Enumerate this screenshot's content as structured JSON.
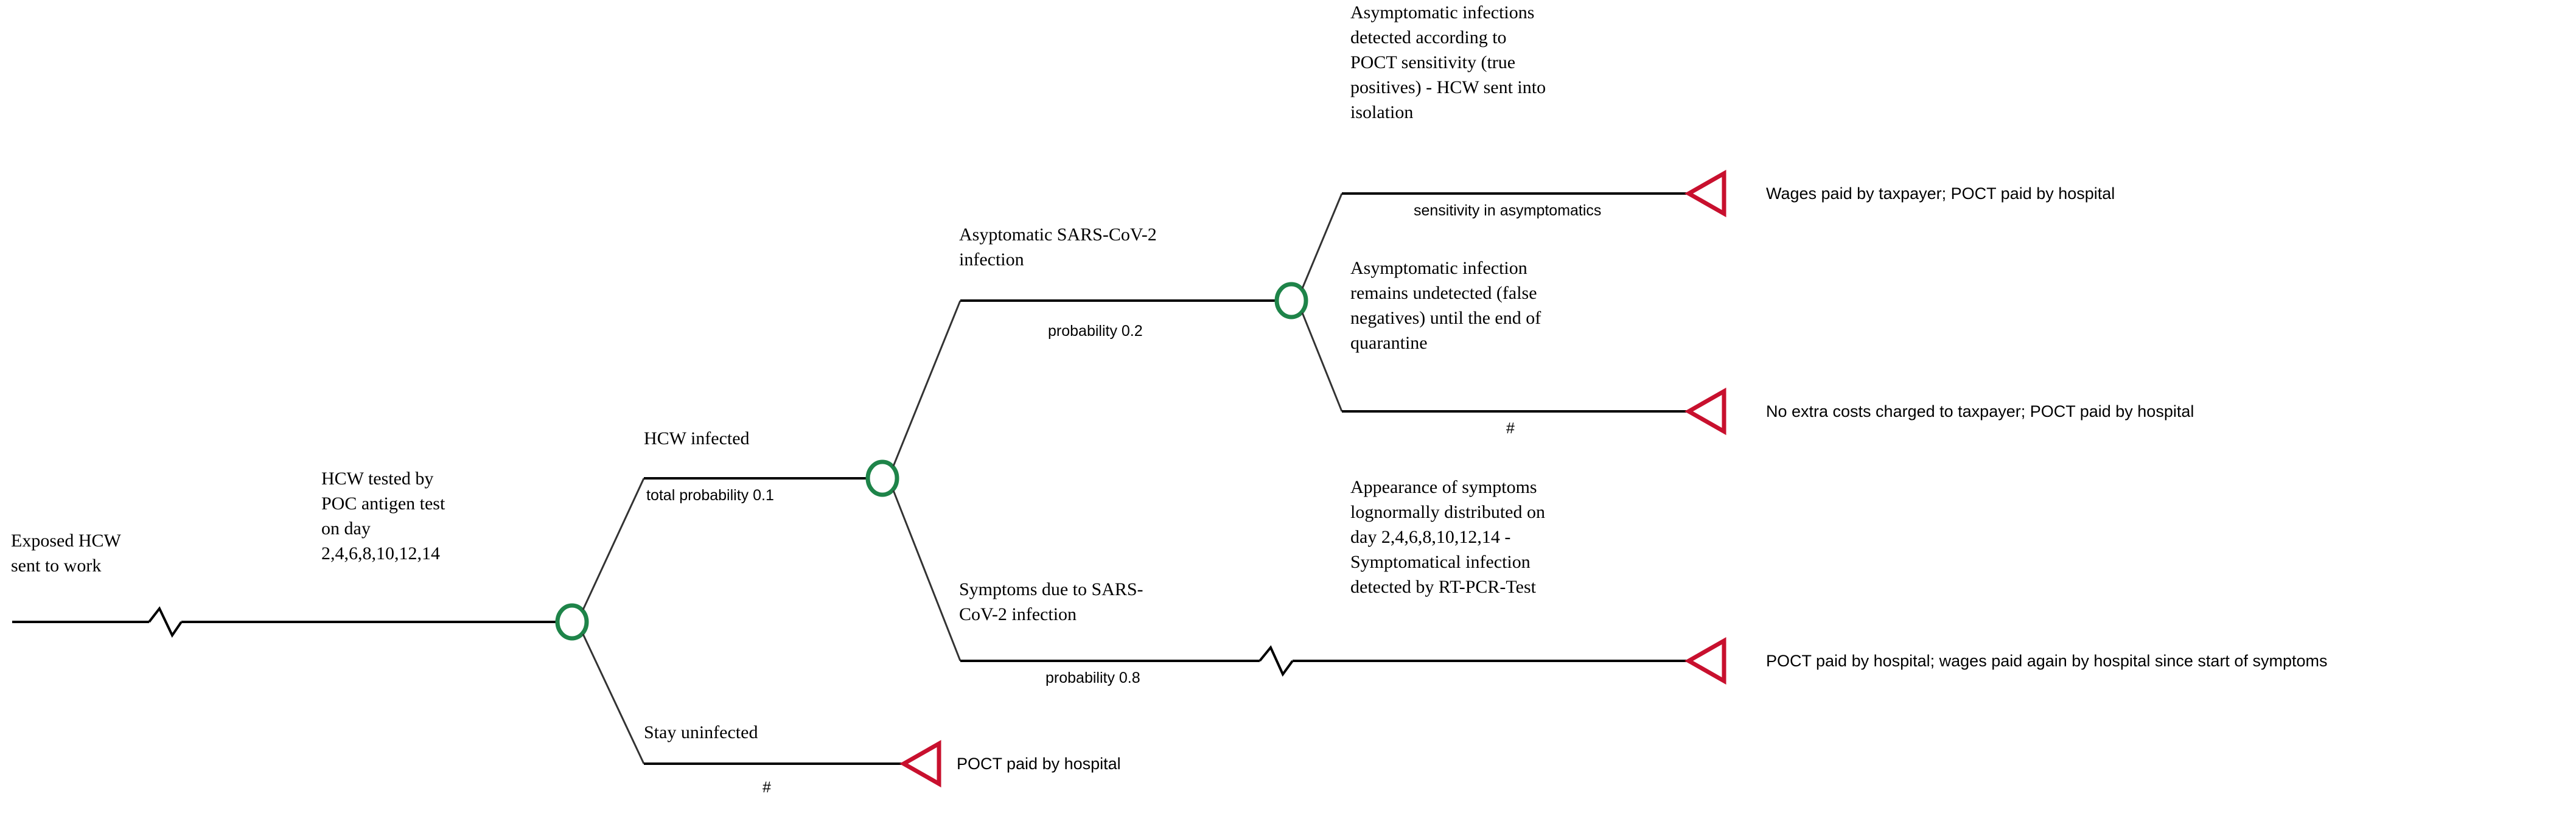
{
  "diagram": {
    "type": "decision-tree",
    "title": "",
    "colors": {
      "branch_line": "#000000",
      "chance_node_stroke": "#1E8449",
      "terminal_node_stroke": "#C8102E",
      "text": "#000000",
      "background": "#FFFFFF"
    },
    "root": {
      "label": "Exposed HCW\nsent to work"
    },
    "nodes": [
      {
        "id": "node-poct-test",
        "kind": "chance",
        "label": "HCW tested by\nPOC antigen test\non day\n2,4,6,8,10,12,14"
      },
      {
        "id": "node-hcw-infected",
        "kind": "chance",
        "label": "HCW infected",
        "probability": "total probability 0.1"
      },
      {
        "id": "node-asymptomatic",
        "kind": "chance",
        "label": "Asyptomatic SARS-CoV-2\ninfection",
        "probability": "probability 0.2"
      },
      {
        "id": "node-symptoms",
        "kind": "branch",
        "label": "Symptoms due to SARS-\nCoV-2 infection",
        "probability": "probability 0.8"
      },
      {
        "id": "node-stay-uninfected",
        "kind": "branch",
        "label": "Stay uninfected",
        "probability": "#"
      }
    ],
    "leaves": [
      {
        "id": "leaf-true-positive",
        "label": "Asymptomatic infections\ndetected according to\nPOCT sensitivity (true\npositives) - HCW sent into\nisolation",
        "probability": "sensitivity in asymptomatics",
        "payoff": "Wages paid by taxpayer; POCT paid by hospital"
      },
      {
        "id": "leaf-false-negative",
        "label": "Asymptomatic infection\nremains undetected (false\nnegatives) until the end of\nquarantine",
        "probability": "#",
        "payoff": "No extra costs charged to taxpayer; POCT paid by hospital"
      },
      {
        "id": "leaf-symptomatic-detected",
        "label": "Appearance of symptoms\nlognormally distributed on\nday 2,4,6,8,10,12,14 -\nSymptomatical infection\ndetected by RT-PCR-Test",
        "probability": "",
        "payoff": "POCT paid by hospital; wages paid again by hospital since start of symptoms"
      },
      {
        "id": "leaf-uninfected",
        "label": "",
        "probability": "",
        "payoff": "POCT paid by hospital"
      }
    ]
  }
}
